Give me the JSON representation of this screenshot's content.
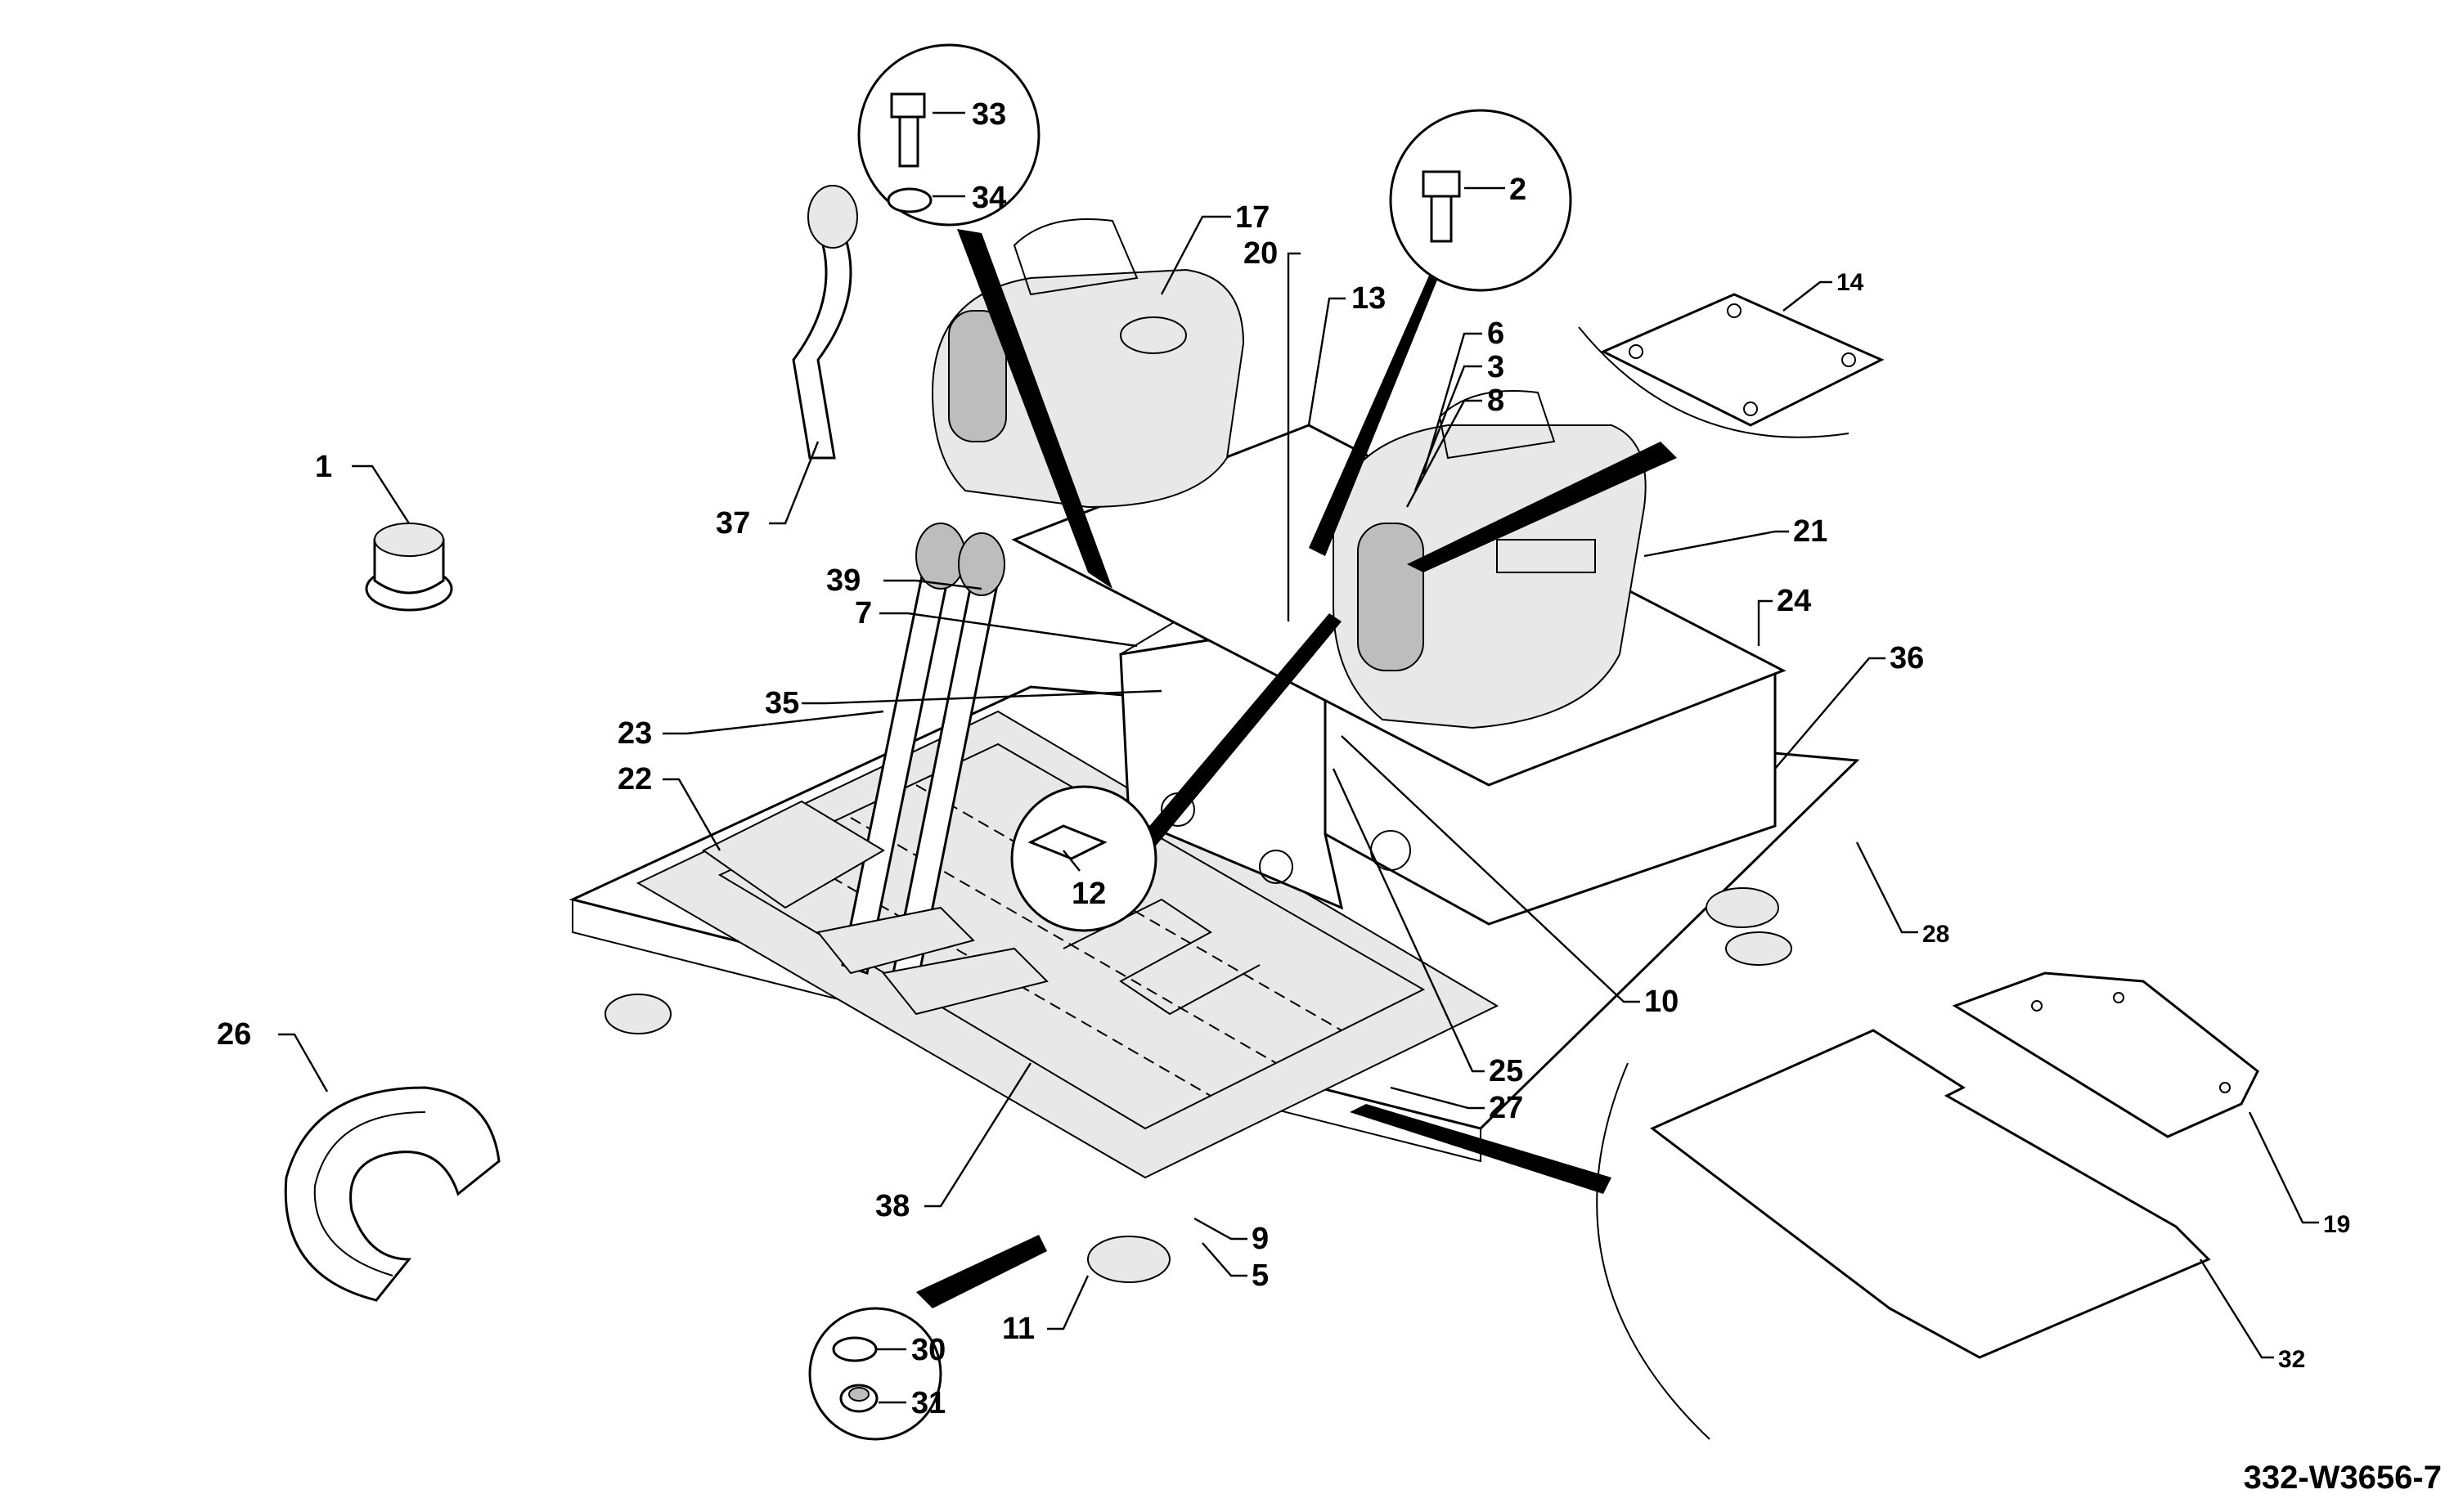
{
  "drawing_code": "332-W3656-7",
  "callouts": {
    "c1": "1",
    "c2": "2",
    "c3": "3",
    "c5": "5",
    "c6": "6",
    "c7": "7",
    "c8": "8",
    "c9": "9",
    "c10": "10",
    "c11": "11",
    "c12": "12",
    "c13": "13",
    "c14": "14",
    "c17": "17",
    "c19": "19",
    "c20": "20",
    "c21": "21",
    "c22": "22",
    "c23": "23",
    "c24": "24",
    "c25": "25",
    "c26": "26",
    "c27": "27",
    "c28": "28",
    "c30": "30",
    "c31": "31",
    "c32": "32",
    "c33": "33",
    "c34": "34",
    "c35": "35",
    "c36": "36",
    "c37": "37",
    "c38": "38",
    "c39": "39"
  }
}
